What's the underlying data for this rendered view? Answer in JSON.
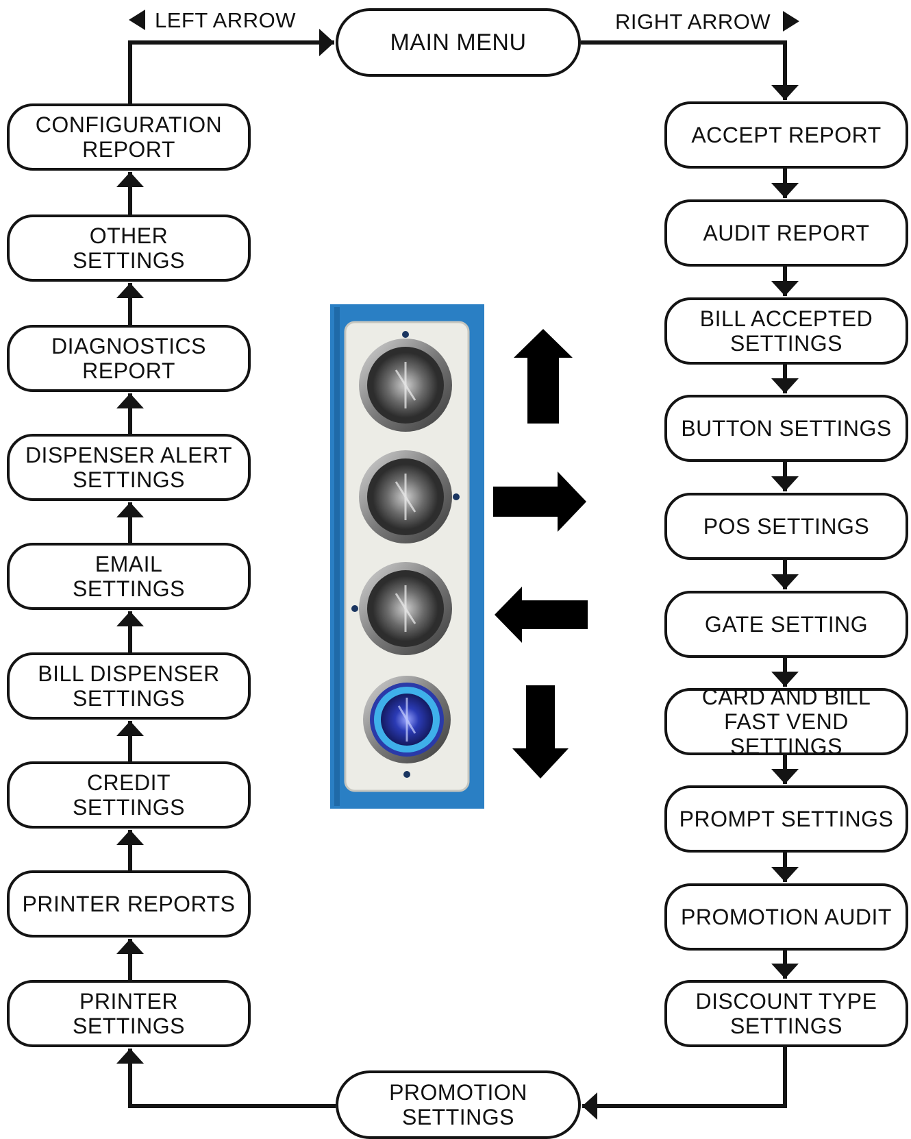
{
  "nav_labels": {
    "left_arrow": "LEFT ARROW",
    "right_arrow": "RIGHT ARROW"
  },
  "main_menu": "MAIN MENU",
  "right_column": [
    "ACCEPT REPORT",
    "AUDIT REPORT",
    "BILL ACCEPTED\nSETTINGS",
    "BUTTON SETTINGS",
    "POS SETTINGS",
    "GATE SETTING",
    "CARD AND BILL\nFAST VEND SETTINGS",
    "PROMPT SETTINGS",
    "PROMOTION AUDIT",
    "DISCOUNT TYPE\nSETTINGS"
  ],
  "left_column": [
    "CONFIGURATION\nREPORT",
    "OTHER\nSETTINGS",
    "DIAGNOSTICS\nREPORT",
    "DISPENSER ALERT\nSETTINGS",
    "EMAIL\nSETTINGS",
    "BILL DISPENSER\nSETTINGS",
    "CREDIT\nSETTINGS",
    "PRINTER REPORTS",
    "PRINTER\nSETTINGS"
  ],
  "bottom_node": "PROMOTION\nSETTINGS",
  "button_panel": {
    "buttons": [
      "up-button",
      "right-button",
      "left-button",
      "down-button"
    ],
    "direction_arrows": [
      "up-arrow-icon",
      "right-arrow-icon",
      "left-arrow-icon",
      "down-arrow-icon"
    ],
    "colors": {
      "panel_blue": "#2a7fc4",
      "plate": "#ecece6",
      "button_steel": "#5a5a5a",
      "enter_button_ring": "#3fb0ea",
      "enter_button_center": "#2b3bb5"
    }
  },
  "colors": {
    "line": "#141414",
    "box_fill": "#ffffff"
  }
}
